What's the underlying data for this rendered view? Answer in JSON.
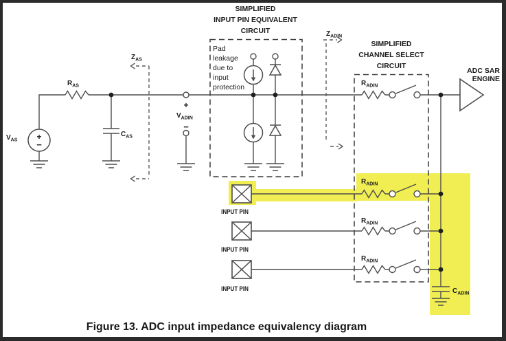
{
  "figure_caption": "Figure 13. ADC input impedance equivalency diagram",
  "input_pin_box": {
    "title": [
      "SIMPLIFIED",
      "INPUT PIN EQUIVALENT",
      "CIRCUIT"
    ],
    "note": [
      "Pad",
      "leakage",
      "due to",
      "input",
      "protection"
    ]
  },
  "channel_box": {
    "title": [
      "SIMPLIFIED",
      "CHANNEL SELECT",
      "CIRCUIT"
    ]
  },
  "engine_label": [
    "ADC SAR",
    "ENGINE"
  ],
  "labels": {
    "vas": {
      "base": "V",
      "sub": "AS"
    },
    "ras": {
      "base": "R",
      "sub": "AS"
    },
    "cas": {
      "base": "C",
      "sub": "AS"
    },
    "zas": {
      "base": "Z",
      "sub": "AS"
    },
    "vadin": {
      "base": "V",
      "sub": "ADIN"
    },
    "zadin": {
      "base": "Z",
      "sub": "ADIN"
    },
    "radin": {
      "base": "R",
      "sub": "ADIN"
    },
    "cadin": {
      "base": "C",
      "sub": "ADIN"
    },
    "input_pin": "INPUT PIN",
    "plus": "+",
    "minus": "−"
  },
  "colors": {
    "highlight": "#f0ee52",
    "frame": "#2b2b2b",
    "wire": "#4d4d4d",
    "text": "#1a1a1a"
  }
}
